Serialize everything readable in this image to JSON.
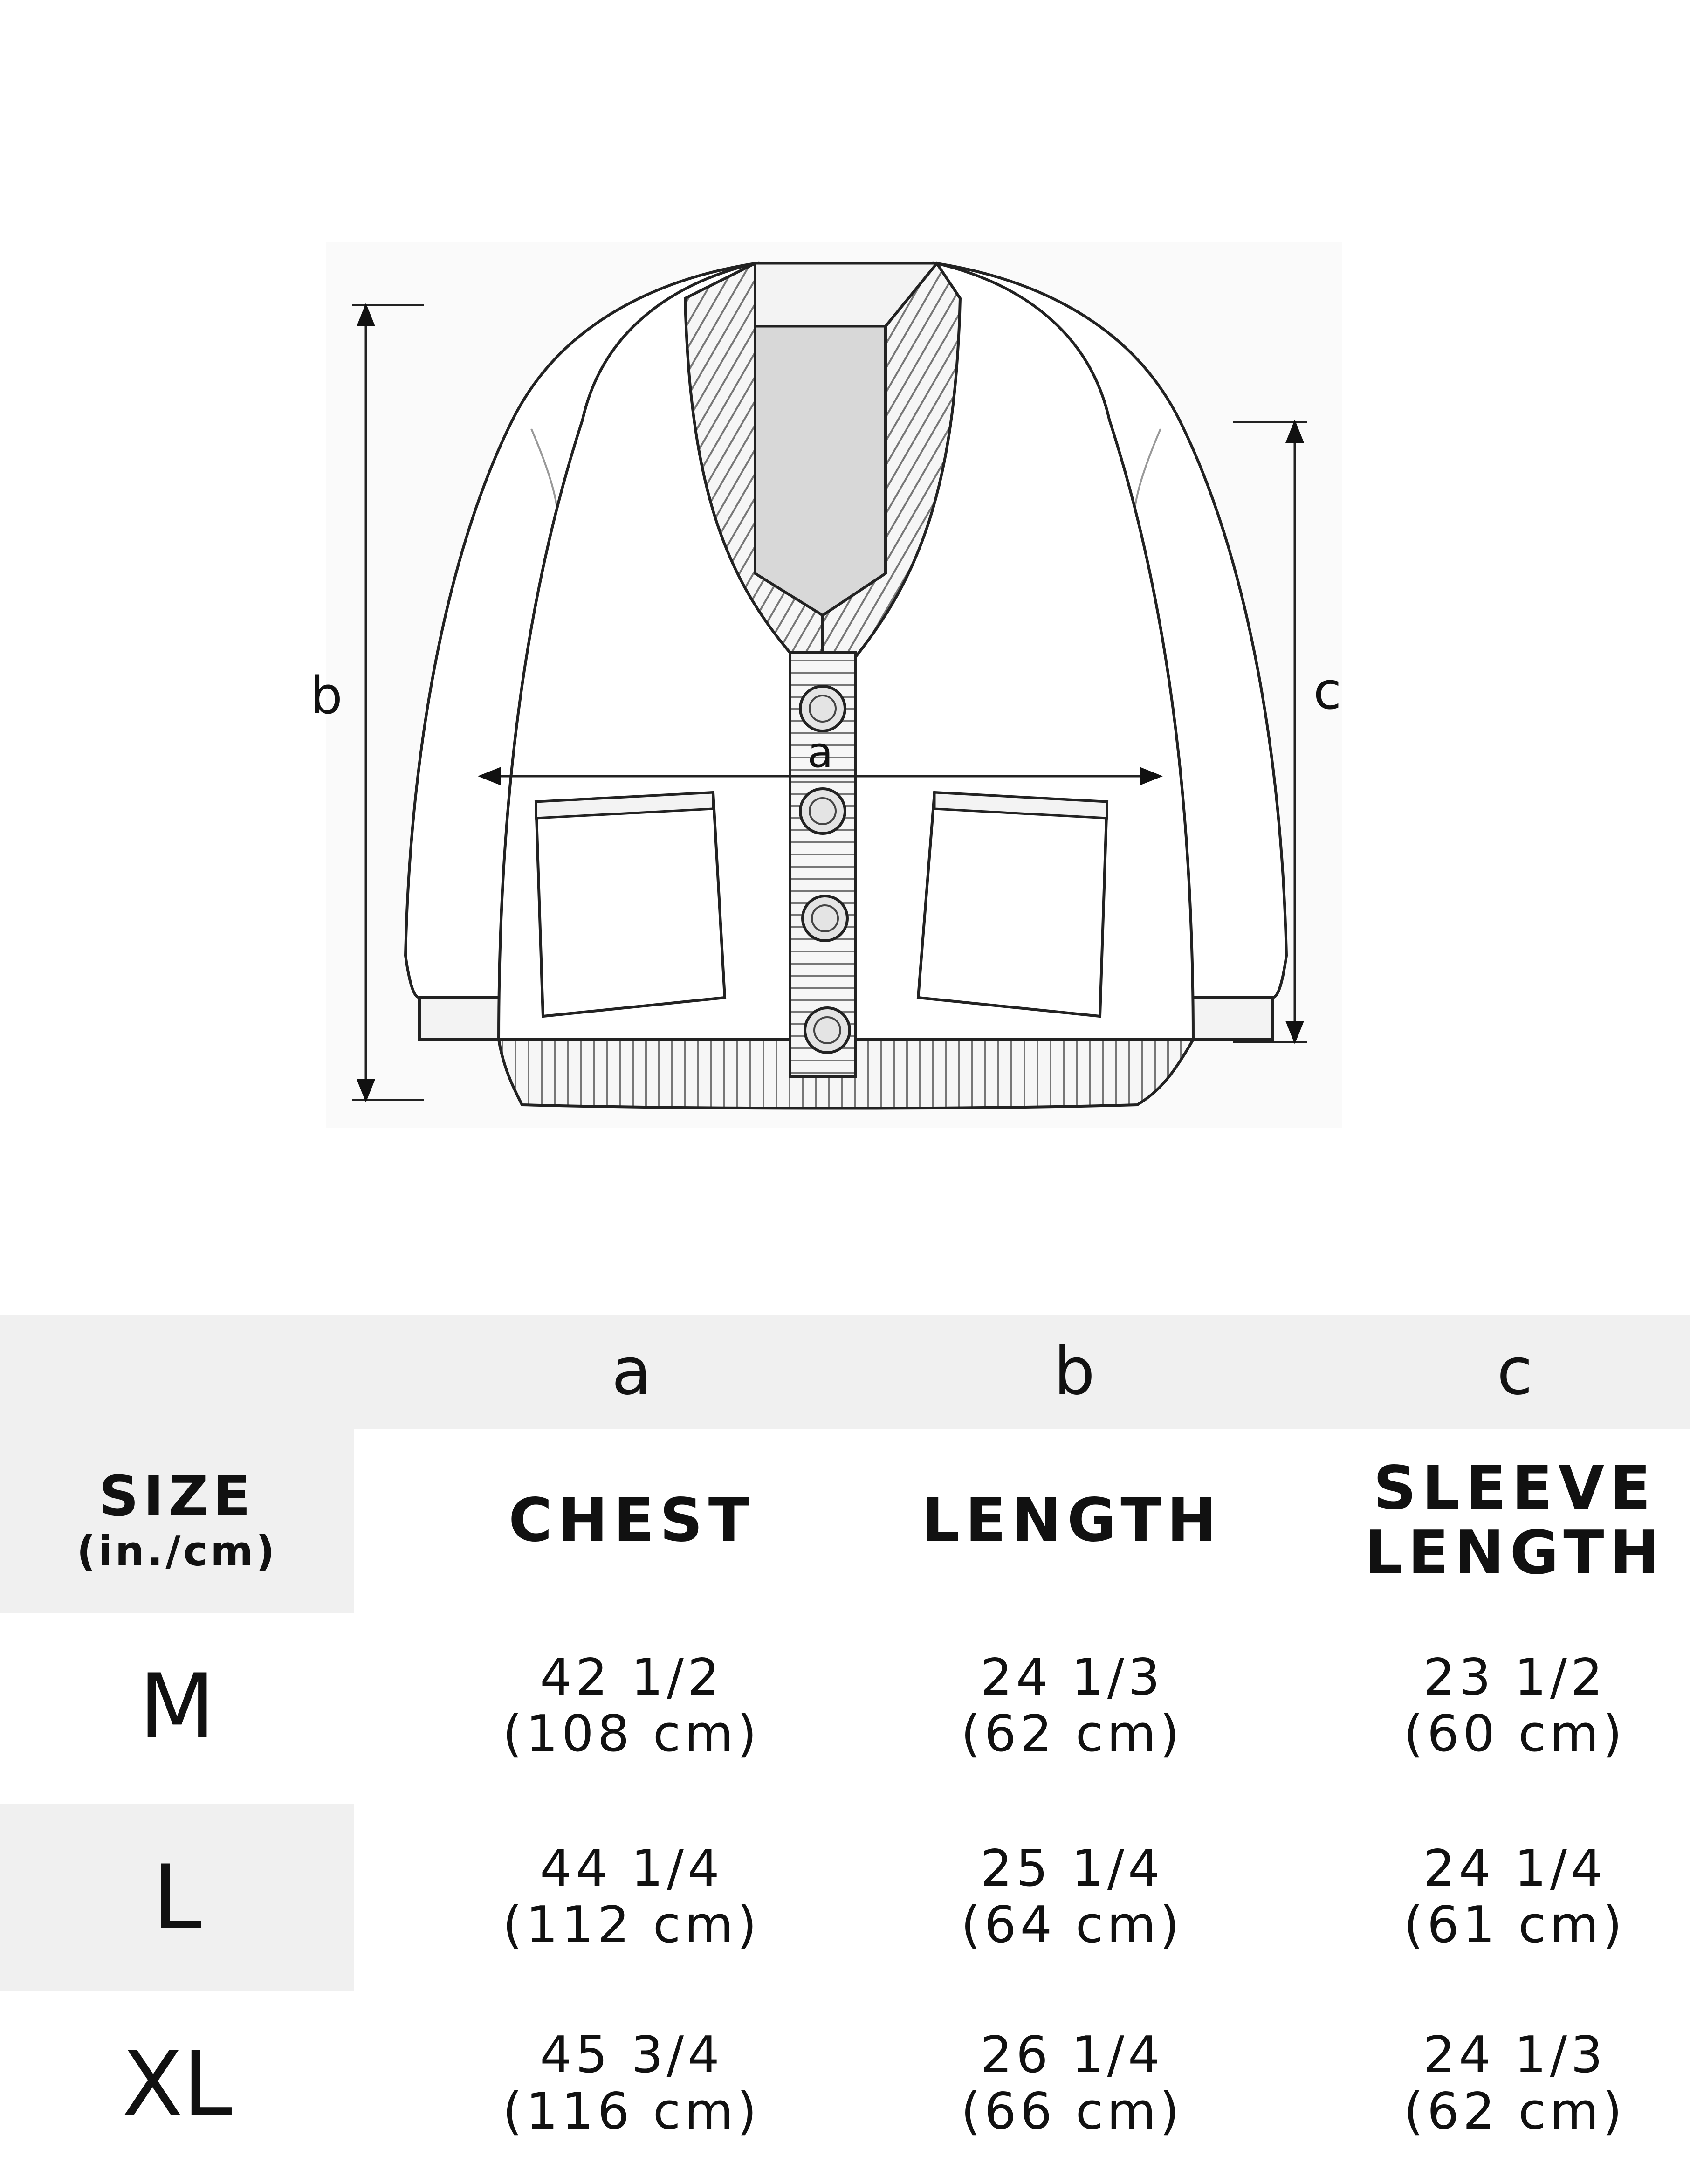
{
  "diagram": {
    "labels": {
      "a": "a",
      "b": "b",
      "c": "c"
    }
  },
  "table": {
    "column_letters": [
      "a",
      "b",
      "c"
    ],
    "size_header": {
      "title": "SIZE",
      "unit": "(in./cm)"
    },
    "headers": {
      "chest": "CHEST",
      "length": "LENGTH",
      "sleeve_line1": "SLEEVE",
      "sleeve_line2": "LENGTH"
    },
    "rows": [
      {
        "size": "M",
        "chest": [
          "42 1/2",
          "(108 cm)"
        ],
        "length": [
          "24 1/3",
          "(62 cm)"
        ],
        "sleeve": [
          "23 1/2",
          "(60 cm)"
        ]
      },
      {
        "size": "L",
        "chest": [
          "44 1/4",
          "(112 cm)"
        ],
        "length": [
          "25 1/4",
          "(64 cm)"
        ],
        "sleeve": [
          "24 1/4",
          "(61 cm)"
        ]
      },
      {
        "size": "XL",
        "chest": [
          "45 3/4",
          "(116 cm)"
        ],
        "length": [
          "26 1/4",
          "(66 cm)"
        ],
        "sleeve": [
          "24 1/3",
          "(62 cm)"
        ]
      }
    ]
  }
}
